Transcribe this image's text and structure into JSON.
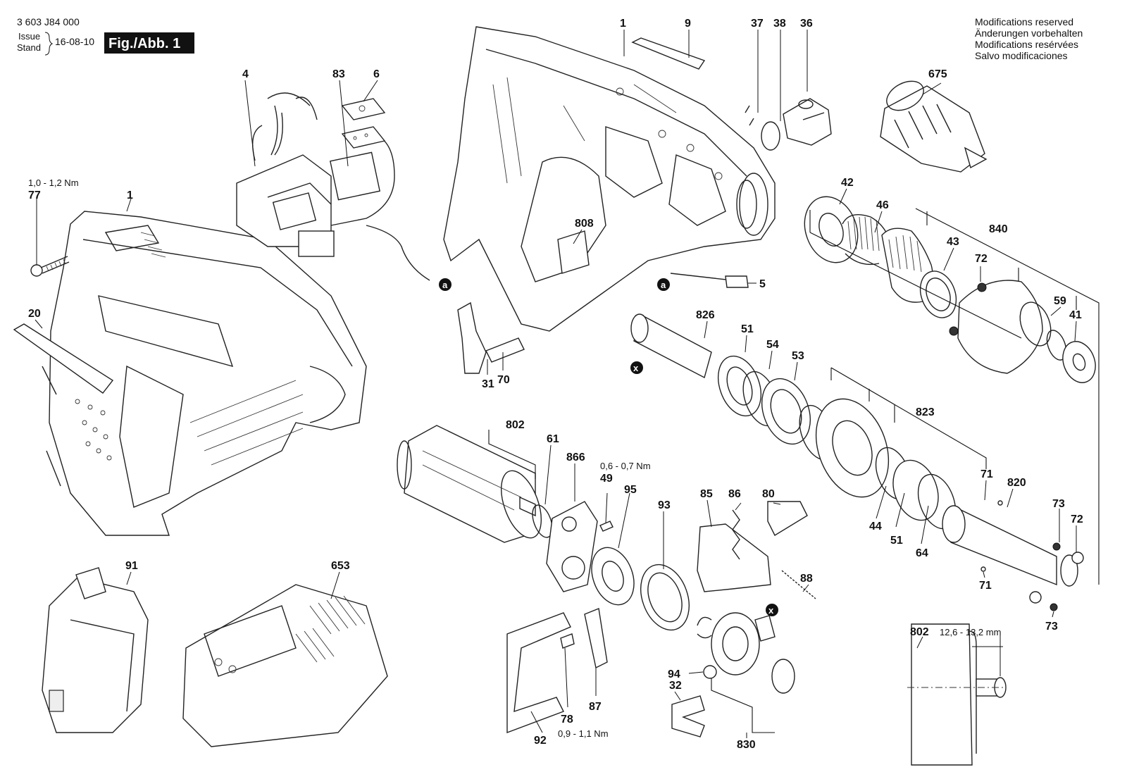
{
  "header": {
    "doc_number": "3 603 J84 000",
    "issue": "Issue",
    "stand": "Stand",
    "date": "16-08-10",
    "fig": "Fig./Abb. 1"
  },
  "notice": [
    "Modifications reserved",
    "Änderungen vorbehalten",
    "Modifications resérvées",
    "Salvo modificaciones"
  ],
  "torques": {
    "t77": "1,0 - 1,2 Nm",
    "t49": "0,6 - 0,7 Nm",
    "t78": "0,9 - 1,1 Nm",
    "dim802": "12,6 - 13,2 mm"
  },
  "markers": {
    "a": "a",
    "x": "x"
  },
  "labels": {
    "p1_top": "1",
    "p9": "9",
    "p37": "37",
    "p38": "38",
    "p36": "36",
    "p675": "675",
    "p4": "4",
    "p83": "83",
    "p6": "6",
    "p77": "77",
    "p1_left": "1",
    "p20": "20",
    "p808": "808",
    "p5": "5",
    "p42": "42",
    "p46": "46",
    "p840": "840",
    "p43": "43",
    "p72a": "72",
    "p59": "59",
    "p41": "41",
    "p826": "826",
    "p51a": "51",
    "p54": "54",
    "p53": "53",
    "p31": "31",
    "p70": "70",
    "p823": "823",
    "p802a": "802",
    "p61": "61",
    "p866": "866",
    "p49": "49",
    "p95": "95",
    "p93": "93",
    "p85": "85",
    "p86": "86",
    "p80": "80",
    "p71a": "71",
    "p820": "820",
    "p73a": "73",
    "p72b": "72",
    "p44": "44",
    "p51b": "51",
    "p64": "64",
    "p71b": "71",
    "p73b": "73",
    "p88": "88",
    "p91": "91",
    "p653": "653",
    "p94": "94",
    "p32": "32",
    "p830": "830",
    "p92": "92",
    "p78": "78",
    "p87": "87",
    "p802b": "802"
  }
}
